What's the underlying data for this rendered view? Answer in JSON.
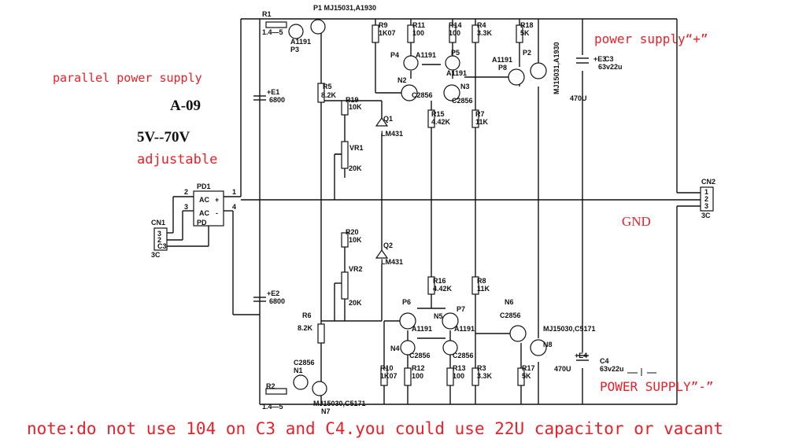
{
  "annotations": {
    "parallel": "parallel power supply",
    "model": "A-09",
    "range": "5V--70V",
    "adjustable": "adjustable",
    "supply_plus": "power supply“+”",
    "supply_minus": "POWER SUPPLY”-”",
    "gnd": "GND",
    "note": "note:do not use 104 on C3 and C4.you could use 22U capacitor or vacant"
  },
  "colors": {
    "annotation": "#e8202a",
    "line": "#111111"
  },
  "parts": {
    "r1": "R1",
    "r1v": "1.4—5",
    "r2": "R2",
    "r2v": "1.4—5",
    "p1": "P1  MJ15031,A1930",
    "p3": "A1191",
    "p3n": "P3",
    "n1": "C2856",
    "n1n": "N1",
    "n7": "MJ15030,C5171",
    "n7n": "N7",
    "e1": "+E1",
    "e1v": "6800",
    "e2": "+E2",
    "e2v": "6800",
    "r5": "R5",
    "r5v": "8.2K",
    "r6": "R6",
    "r6v": "8.2K",
    "r19": "R19",
    "r19v": "10K",
    "r20": "R20",
    "r20v": "10K",
    "vr1": "VR1",
    "vr1v": "20K",
    "vr2": "VR2",
    "vr2v": "20K",
    "q1": "Q1",
    "q1v": "LM431",
    "q2": "Q2",
    "q2v": "LM431",
    "pd1": "PD1",
    "pd": "PD",
    "ac1": "AC",
    "ac2": "AC",
    "plus": "+",
    "minus": "-",
    "pin1": "1",
    "pin2": "2",
    "pin3": "3",
    "pin4": "4",
    "cn1": "CN1",
    "cn1t": "3C",
    "cn2": "CN2",
    "cn2t": "3C",
    "c1": "3",
    "c2": "2",
    "c3": "C3",
    "d1": "1",
    "d2": "2",
    "d3": "3",
    "r9": "R9",
    "r9v": "1K07",
    "r11": "R11",
    "r11v": "100",
    "r14": "R14",
    "r14v": "100",
    "r4": "R4",
    "r4v": "3.3K",
    "r18": "R18",
    "r18v": "5K",
    "p4": "P4",
    "p4v": "A1191",
    "p5": "P5",
    "p5v": "A1191",
    "p8": "P8",
    "p8v": "A1191",
    "p2": "P2",
    "p2v": "MJ15031,A1930",
    "n2": "N2",
    "n2v": "C2856",
    "n3": "N3",
    "n3v": "C2856",
    "r15": "R15",
    "r15v": "4.42K",
    "r7": "R7",
    "r7v": "11K",
    "e3": "+E3",
    "c3v": "63v22u",
    "e3v": "470U",
    "r16": "R16",
    "r16v": "4.42K",
    "r8": "R8",
    "r8v": "11K",
    "p6": "P6",
    "p6v": "A1191",
    "p7": "P7",
    "n5": "N5",
    "n5v": "A1191",
    "n4": "N4",
    "n4v": "C2856",
    "n4v2": "C2856",
    "n6": "N6",
    "n6v": "C2856",
    "n8": "N8",
    "n8v": "MJ15030,C5171",
    "r10": "R10",
    "r10v": "1K07",
    "r12": "R12",
    "r12v": "100",
    "r13": "R13",
    "r13v": "100",
    "r3": "R3",
    "r3v": "3.3K",
    "r17": "R17",
    "r17v": "5K",
    "e4": "+E4",
    "e4v": "470U",
    "c4": "C4",
    "c4v": "63v22u"
  }
}
